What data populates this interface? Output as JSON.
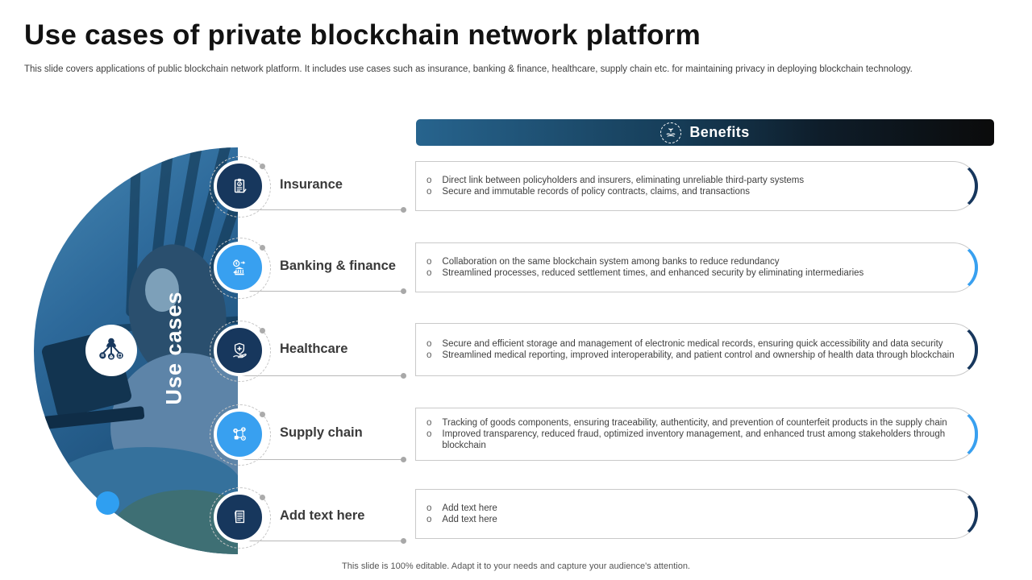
{
  "slide": {
    "title": "Use cases of private blockchain network platform",
    "subtitle": "This slide covers applications of public blockchain network platform. It includes use cases such as insurance, banking & finance, healthcare, supply chain etc. for maintaining privacy in deploying blockchain technology.",
    "footer": "This slide is 100% editable. Adapt it to your needs and capture your audience's attention.",
    "bullet_marker": "o"
  },
  "left_panel": {
    "label": "Use cases",
    "hub_icon": "user-network-hierarchy-icon"
  },
  "benefits_header": {
    "label": "Benefits",
    "icon": "hands-care-plant-icon"
  },
  "rows": [
    {
      "label": "Insurance",
      "icon": "insurance-policy-clipboard-icon",
      "accent": "#17375d",
      "bullets": [
        "Direct link between policyholders and insurers, eliminating unreliable third-party systems",
        "Secure and immutable records of policy contracts, claims, and transactions"
      ]
    },
    {
      "label": "Banking & finance",
      "icon": "bank-money-exchange-icon",
      "accent": "#38a0f0",
      "bullets": [
        "Collaboration on the same blockchain system among banks to reduce redundancy",
        "Streamlined processes, reduced settlement times, and enhanced security by eliminating intermediaries"
      ]
    },
    {
      "label": "Healthcare",
      "icon": "hand-holding-medical-shield-icon",
      "accent": "#17375d",
      "bullets": [
        "Secure and efficient storage and management of electronic medical records, ensuring quick accessibility and data security",
        "Streamlined medical reporting, improved interoperability, and patient control and ownership of health data through blockchain"
      ]
    },
    {
      "label": "Supply chain",
      "icon": "supply-chain-network-nodes-icon",
      "accent": "#38a0f0",
      "bullets": [
        "Tracking of goods components, ensuring traceability, authenticity, and prevention of counterfeit products in the supply chain",
        "Improved transparency, reduced fraud, optimized inventory management, and enhanced trust among stakeholders through blockchain"
      ]
    },
    {
      "label": "Add text here",
      "icon": "document-pen-icon",
      "accent": "#17375d",
      "bullets": [
        "Add text here",
        "Add text here"
      ]
    }
  ],
  "colors": {
    "dark_navy": "#17375d",
    "light_blue": "#38a0f0",
    "header_gradient_start": "#27648e",
    "header_gradient_end": "#0b0b0b",
    "dot_blue": "#2f9ff1"
  }
}
